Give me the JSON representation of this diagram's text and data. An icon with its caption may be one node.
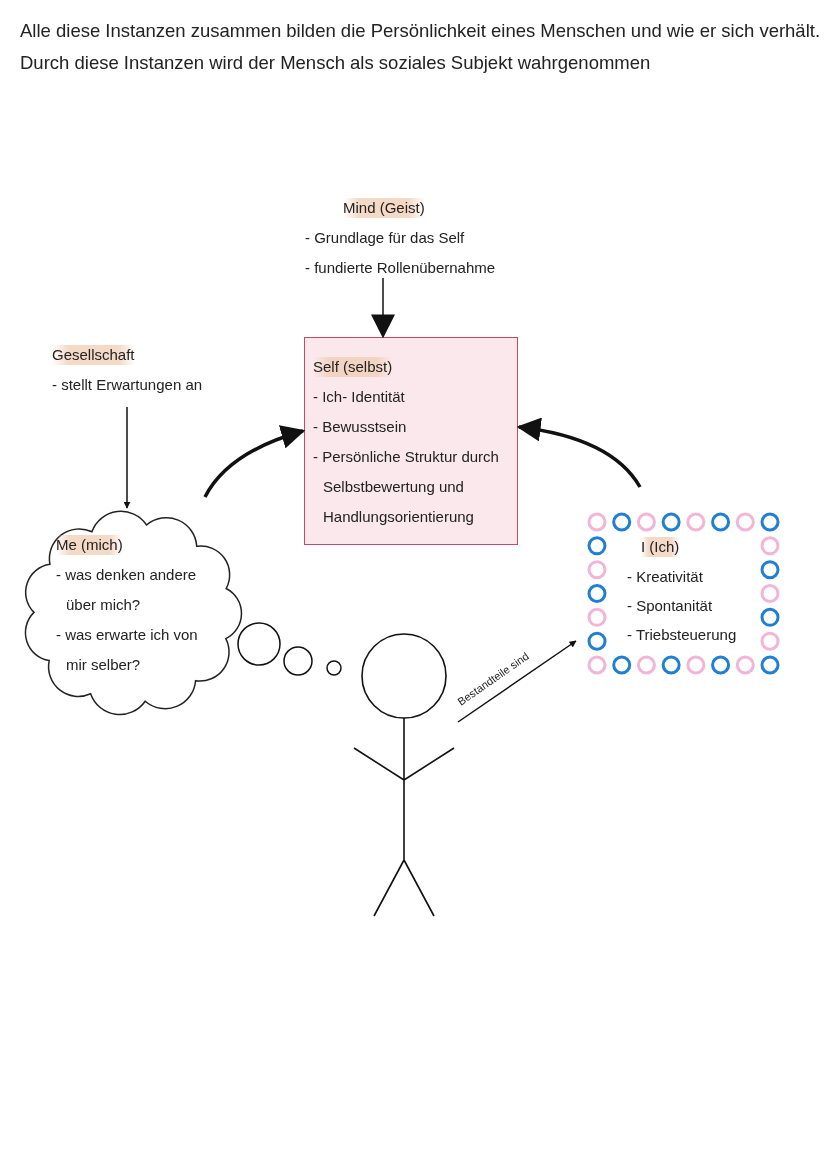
{
  "diagram": {
    "nodes": [
      {
        "text": [
          "Mind (Geist)",
          "- Grundlage für das Self",
          "- fundierte Rollenübernahme"
        ]
      },
      {
        "text": [
          "Self (selbst)",
          "- Ich- Identität",
          "- Bewusstsein",
          "- Persönliche Struktur durch Selbstbewertung und Handlungsorientierung"
        ]
      },
      {
        "text": [
          "Gesellschaft",
          "- stellt Erwartungen an"
        ]
      },
      {
        "text": [
          "Me (mich)",
          "- was denken andere über mich?",
          "- was erwarte ich von mir selber?"
        ]
      },
      {
        "text": [
          "I (Ich)",
          "- Kreativität",
          "- Spontanität",
          "- Triebsteuerung"
        ]
      },
      {
        "text": [],
        "shape": "person"
      }
    ],
    "edges": [
      {
        "from": 0,
        "to": 1,
        "arrow": "to"
      },
      {
        "from": 2,
        "to": 3,
        "arrow": "to"
      },
      {
        "from": 3,
        "to": 1,
        "arrow": "to",
        "style": "thick"
      },
      {
        "from": 4,
        "to": 1,
        "arrow": "to",
        "style": "thick"
      },
      {
        "from": 5,
        "to": 4,
        "arrow": "to",
        "label": "Bestandteile sind"
      }
    ],
    "labels": [
      "Alle diese Instanzen zusammen bilden die Persönlichkeit eines Menschen und wie er sich verhält.",
      "Durch diese Instanzen wird der Mensch als soziales Subjekt wahrgenommen"
    ]
  }
}
